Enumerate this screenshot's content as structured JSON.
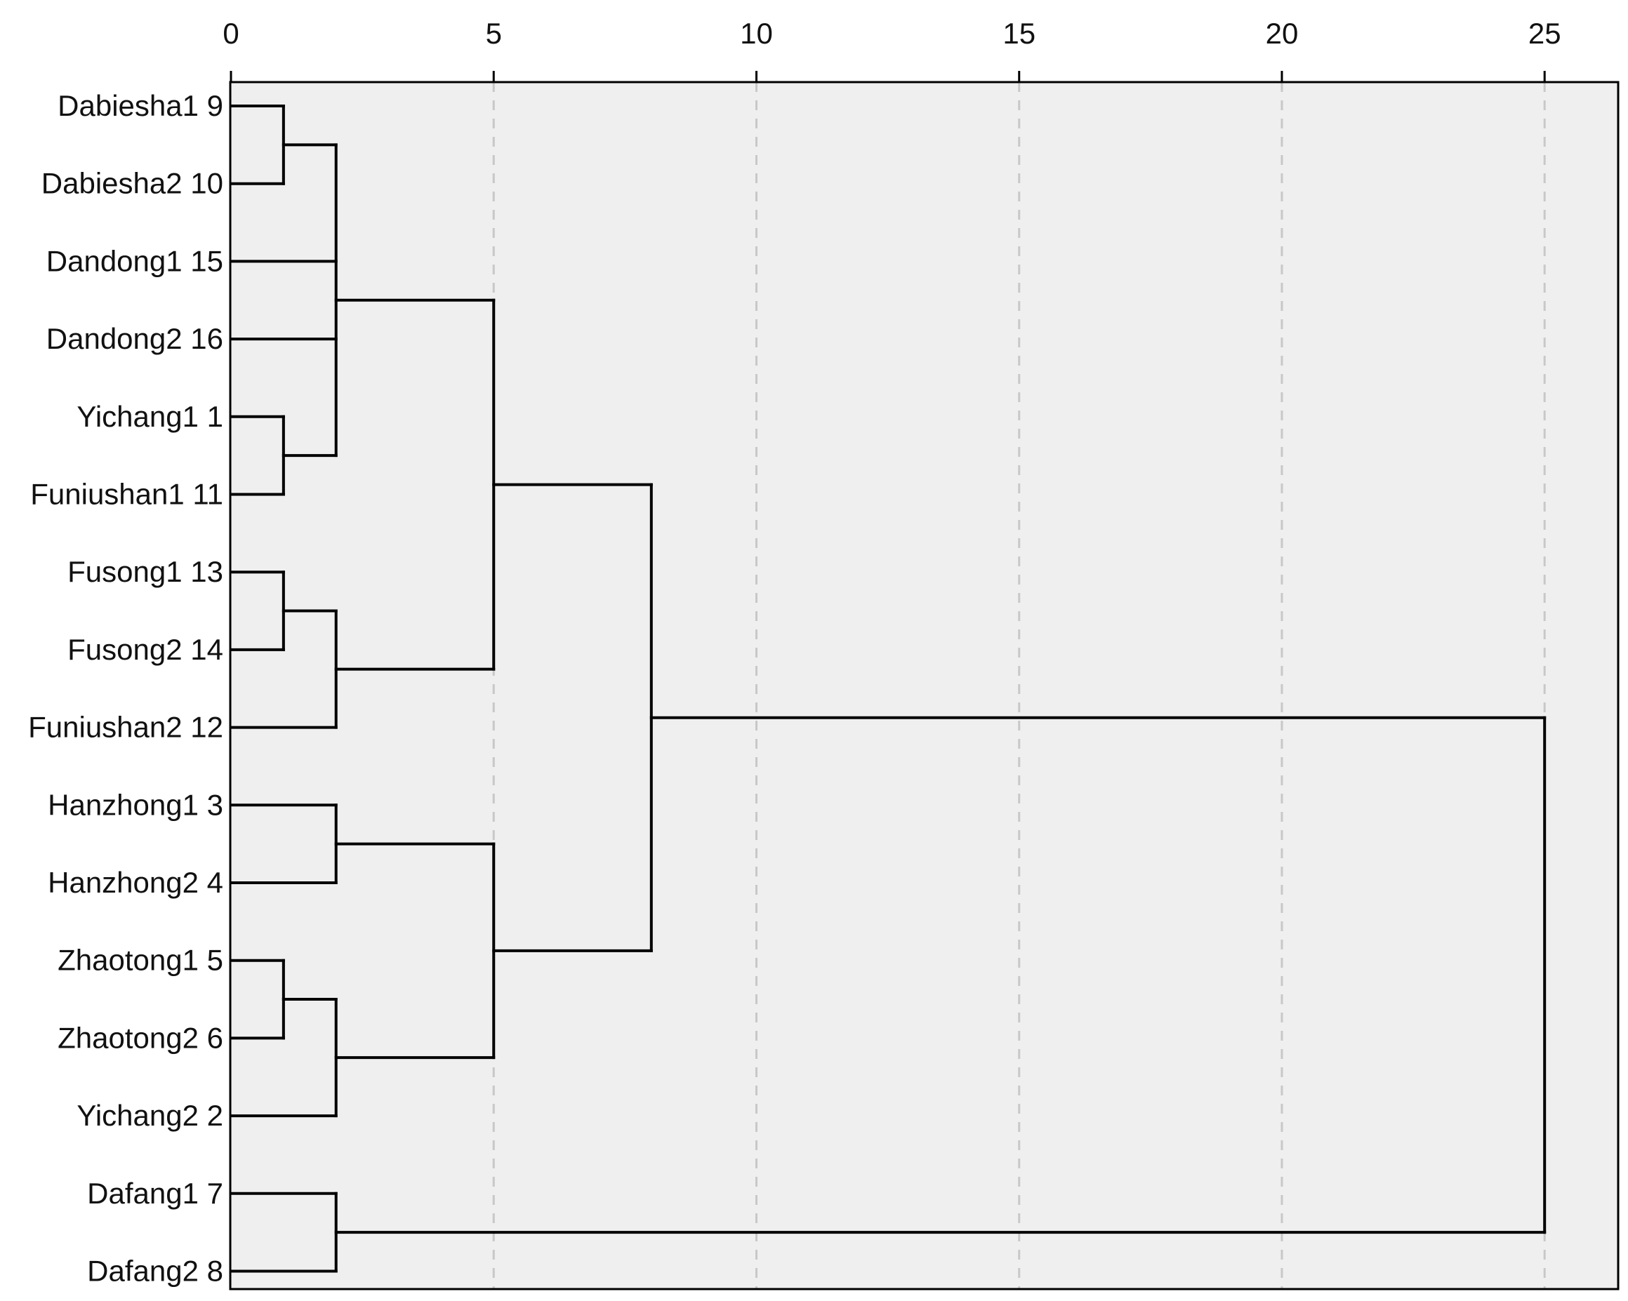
{
  "chart_data": {
    "type": "dendrogram",
    "title": "",
    "xlabel": "",
    "ylabel": "",
    "xlim": [
      0,
      26.4
    ],
    "x_ticks": [
      0,
      5,
      10,
      15,
      20,
      25
    ],
    "grid": "vertical dashed at major ticks",
    "background": "#efefef",
    "line_color": "#000000",
    "grid_color": "#c8c8c8",
    "leaves": [
      "Dabiesha1 9",
      "Dabiesha2 10",
      "Dandong1 15",
      "Dandong2 16",
      "Yichang1 1",
      "Funiushan1 11",
      "Fusong1 13",
      "Fusong2 14",
      "Funiushan2 12",
      "Hanzhong1 3",
      "Hanzhong2 4",
      "Zhaotong1 5",
      "Zhaotong2 6",
      "Yichang2 2",
      "Dafang1 7",
      "Dafang2 8"
    ],
    "merges": [
      {
        "id": "A",
        "height": 1,
        "children": [
          "Dabiesha1 9",
          "Dabiesha2 10"
        ]
      },
      {
        "id": "B",
        "height": 1,
        "children": [
          "Yichang1 1",
          "Funiushan1 11"
        ]
      },
      {
        "id": "C",
        "height": 2,
        "children": [
          "A",
          "Dandong1 15",
          "Dandong2 16",
          "B"
        ]
      },
      {
        "id": "D",
        "height": 1,
        "children": [
          "Fusong1 13",
          "Fusong2 14"
        ]
      },
      {
        "id": "E",
        "height": 2,
        "children": [
          "D",
          "Funiushan2 12"
        ]
      },
      {
        "id": "F",
        "height": 5,
        "children": [
          "C",
          "E"
        ]
      },
      {
        "id": "G",
        "height": 2,
        "children": [
          "Hanzhong1 3",
          "Hanzhong2 4"
        ]
      },
      {
        "id": "H",
        "height": 1,
        "children": [
          "Zhaotong1 5",
          "Zhaotong2 6"
        ]
      },
      {
        "id": "I",
        "height": 2,
        "children": [
          "H",
          "Yichang2 2"
        ]
      },
      {
        "id": "J",
        "height": 5,
        "children": [
          "G",
          "I"
        ]
      },
      {
        "id": "K",
        "height": 8,
        "children": [
          "F",
          "J"
        ]
      },
      {
        "id": "L",
        "height": 2,
        "children": [
          "Dafang1 7",
          "Dafang2 8"
        ]
      },
      {
        "id": "M",
        "height": 25,
        "children": [
          "K",
          "L"
        ]
      }
    ]
  }
}
